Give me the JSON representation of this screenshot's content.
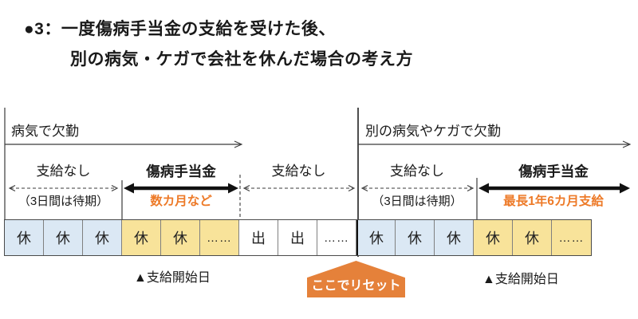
{
  "title": {
    "line1": "●3：一度傷病手当金の支給を受けた後、",
    "line2": "別の病気・ケガで会社を休んだ場合の考え方"
  },
  "timeline": {
    "left_phase": {
      "label": "病気で欠勤"
    },
    "right_phase": {
      "label": "別の病気やケガで欠勤"
    },
    "sections": [
      {
        "title": "支給なし",
        "subtitle": "（3日間は待期）",
        "arrow": "dashed"
      },
      {
        "title": "傷病手当金",
        "subtitle": "数カ月など",
        "arrow": "thick"
      },
      {
        "title": "支給なし",
        "subtitle": "",
        "arrow": "dashed"
      },
      {
        "title": "支給なし",
        "subtitle": "（3日間は待期）",
        "arrow": "dashed"
      },
      {
        "title": "傷病手当金",
        "subtitle": "最長1年6カ月支給",
        "arrow": "thick"
      }
    ]
  },
  "cells": [
    {
      "label": "休",
      "type": "waiting"
    },
    {
      "label": "休",
      "type": "waiting"
    },
    {
      "label": "休",
      "type": "waiting"
    },
    {
      "label": "休",
      "type": "paid"
    },
    {
      "label": "休",
      "type": "paid"
    },
    {
      "label": "……",
      "type": "paid"
    },
    {
      "label": "出",
      "type": "work"
    },
    {
      "label": "出",
      "type": "work"
    },
    {
      "label": "……",
      "type": "work"
    },
    {
      "label": "休",
      "type": "waiting"
    },
    {
      "label": "休",
      "type": "waiting"
    },
    {
      "label": "休",
      "type": "waiting"
    },
    {
      "label": "休",
      "type": "paid"
    },
    {
      "label": "休",
      "type": "paid"
    },
    {
      "label": "……",
      "type": "paid"
    }
  ],
  "annotations": {
    "start_left": "▲支給開始日",
    "start_right": "▲支給開始日",
    "reset_banner": "ここでリセット"
  },
  "colors": {
    "cell_waiting_blue": "#dbe8f4",
    "cell_paid_yellow": "#f8e39a",
    "accent_orange": "#ed7a28",
    "banner_orange": "#e5813a"
  }
}
